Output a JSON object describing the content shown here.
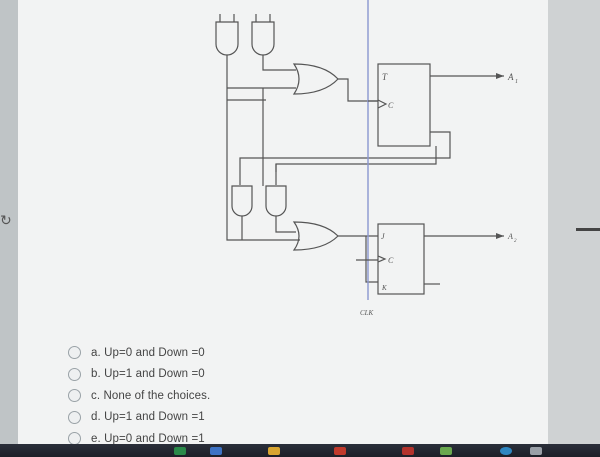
{
  "diagram": {
    "labels": {
      "T": "T",
      "C1": "C",
      "A1": "A",
      "A1_sub": "1",
      "J": "J",
      "C2": "C",
      "K": "K",
      "A2": "A",
      "A2_sub": "2",
      "CLK": "CLK"
    }
  },
  "question": {
    "choices": [
      {
        "label": "a. Up=0 and Down =0"
      },
      {
        "label": "b. Up=1 and Down =0"
      },
      {
        "label": "c. None of the choices."
      },
      {
        "label": "d. Up=1 and Down =1"
      },
      {
        "label": "e. Up=0 and Down =1"
      }
    ]
  },
  "colors": {
    "page": "#f2f3f3",
    "wire": "#555555",
    "clock_line": "#8a96cf",
    "taskbar": "#1c1f28",
    "radio_border": "#9aa2a7"
  }
}
